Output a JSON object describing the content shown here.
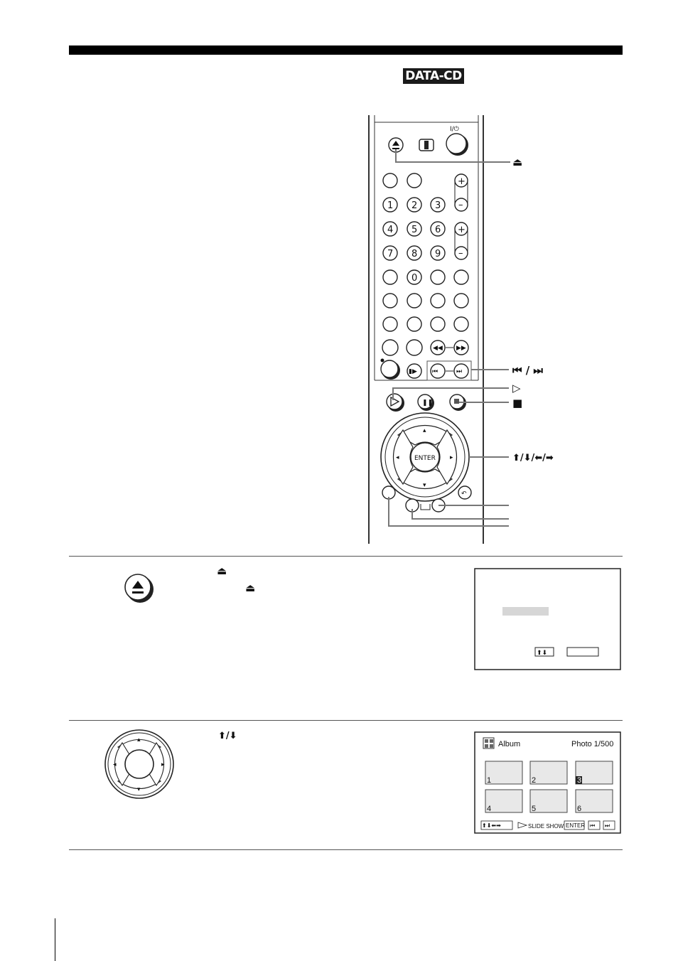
{
  "header": {
    "badge": "DATA-CD"
  },
  "remote": {
    "power_label": "I/⏻",
    "number_keys": [
      "1",
      "2",
      "3",
      "4",
      "5",
      "6",
      "7",
      "8",
      "9",
      "0"
    ],
    "enter_label": "ENTER"
  },
  "callouts": {
    "eject": "⏏",
    "prev_next": "⏮ / ⏭",
    "play": "▷",
    "stop": "■",
    "arrows": "⬆/⬇/⬅/➡"
  },
  "step1": {
    "eject_symbol_1": "⏏",
    "eject_symbol_2": "⏏"
  },
  "step2": {
    "arrows": "⬆/⬇"
  },
  "album_screen": {
    "title": "Album",
    "photo_counter": "Photo 1/500",
    "thumbnails": [
      "1",
      "2",
      "3",
      "4",
      "5",
      "6"
    ],
    "footer": {
      "nav_icons": "⬆⬇⬅➡",
      "slide_show": "SLIDE SHOW",
      "enter": "ENTER",
      "prev_icon": "⏮",
      "next_icon": "⏭"
    }
  }
}
